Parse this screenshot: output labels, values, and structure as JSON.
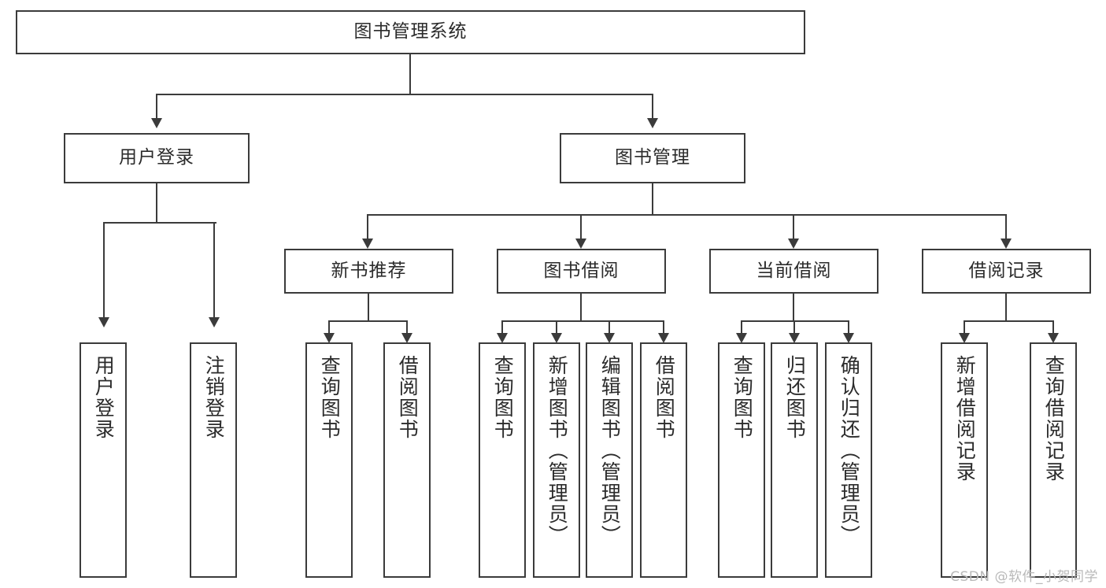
{
  "diagram": {
    "title": "图书管理系统",
    "watermark": "CSDN @软件_小贺同学",
    "levels": {
      "root": {
        "label": "图书管理系统"
      },
      "level2": [
        {
          "label": "用户登录"
        },
        {
          "label": "图书管理"
        }
      ],
      "level3": [
        {
          "label": "新书推荐"
        },
        {
          "label": "图书借阅"
        },
        {
          "label": "当前借阅"
        },
        {
          "label": "借阅记录"
        }
      ],
      "leaves": {
        "user_login": [
          {
            "label": "用户登录"
          },
          {
            "label": "注销登录"
          }
        ],
        "new_book_recommend": [
          {
            "label": "查询图书"
          },
          {
            "label": "借阅图书"
          }
        ],
        "book_borrow": [
          {
            "label": "查询图书"
          },
          {
            "label": "新增图书（管理员）"
          },
          {
            "label": "编辑图书（管理员）"
          },
          {
            "label": "借阅图书"
          }
        ],
        "current_borrow": [
          {
            "label": "查询图书"
          },
          {
            "label": "归还图书"
          },
          {
            "label": "确认归还（管理员）"
          }
        ],
        "borrow_record": [
          {
            "label": "新增借阅记录"
          },
          {
            "label": "查询借阅记录"
          }
        ]
      }
    },
    "colors": {
      "stroke": "#3b3b3b",
      "fill": "#ffffff",
      "text": "#2b2b2b",
      "watermark": "#b9b9b9"
    }
  }
}
